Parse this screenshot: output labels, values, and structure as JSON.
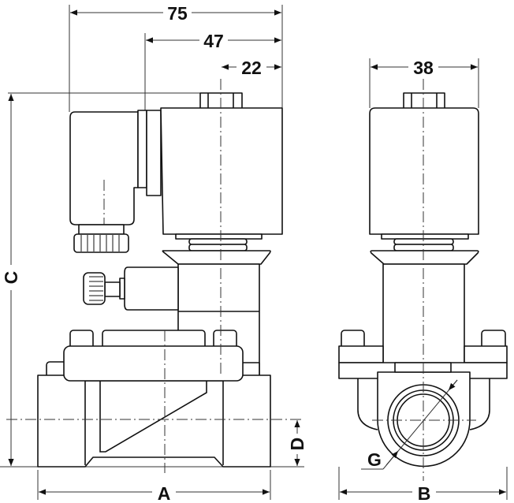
{
  "dimensions": {
    "overall_width": "75",
    "coil_to_connector": "47",
    "coil_half": "22",
    "coil_width_side": "38",
    "body_length": "A",
    "body_width": "B",
    "total_height": "C",
    "port_half_height": "D",
    "thread_size": "G"
  }
}
